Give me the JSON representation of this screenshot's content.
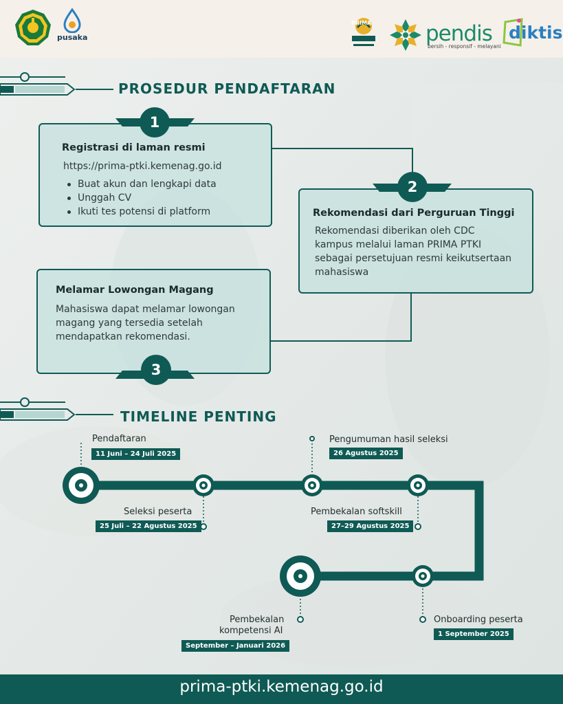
{
  "header": {
    "logo_kemenag": "Kementerian Agama logo",
    "logo_pusaka": "pusaka",
    "logo_prima": "PRIMA",
    "logo_pendis": "pendis",
    "pendis_tagline": "bersih - responsif - melayani",
    "logo_diktis": "diktis"
  },
  "procedure": {
    "title": "PROSEDUR PENDAFTARAN",
    "steps": [
      {
        "number": "1",
        "title": "Registrasi di laman resmi",
        "url": "https://prima-ptki.kemenag.go.id",
        "bullets": [
          "Buat akun dan lengkapi data",
          "Unggah CV",
          "Ikuti tes potensi di platform"
        ]
      },
      {
        "number": "2",
        "title": "Rekomendasi dari Perguruan Tinggi",
        "lines": [
          "Rekomendasi diberikan oleh CDC",
          "kampus melalui laman PRIMA PTKI",
          "sebagai persetujuan resmi keikutsertaan",
          "mahasiswa"
        ]
      },
      {
        "number": "3",
        "title": "Melamar Lowongan Magang",
        "lines": [
          "Mahasiswa dapat melamar lowongan",
          "magang yang tersedia setelah",
          "mendapatkan rekomendasi."
        ]
      }
    ]
  },
  "timeline": {
    "title": "TIMELINE PENTING",
    "events": [
      {
        "label": "Pendaftaran",
        "date": "11 Juni – 24 Juli 2025"
      },
      {
        "label": "Seleksi peserta",
        "date": "25 Juli – 22 Agustus 2025"
      },
      {
        "label": "Pengumuman hasil seleksi",
        "date": "26 Agustus 2025"
      },
      {
        "label": "Pembekalan softskill",
        "date": "27–29 Agustus 2025"
      },
      {
        "label_line1": "Pembekalan",
        "label_line2": "kompetensi AI",
        "date": "September – Januari 2026"
      },
      {
        "label": "Onboarding peserta",
        "date": "1 September 2025"
      }
    ]
  },
  "footer": {
    "url": "prima-ptki.kemenag.go.id"
  },
  "colors": {
    "primary": "#0f5a54",
    "card_fill": "#c4e0de",
    "header_bg": "#f5f0ea"
  }
}
